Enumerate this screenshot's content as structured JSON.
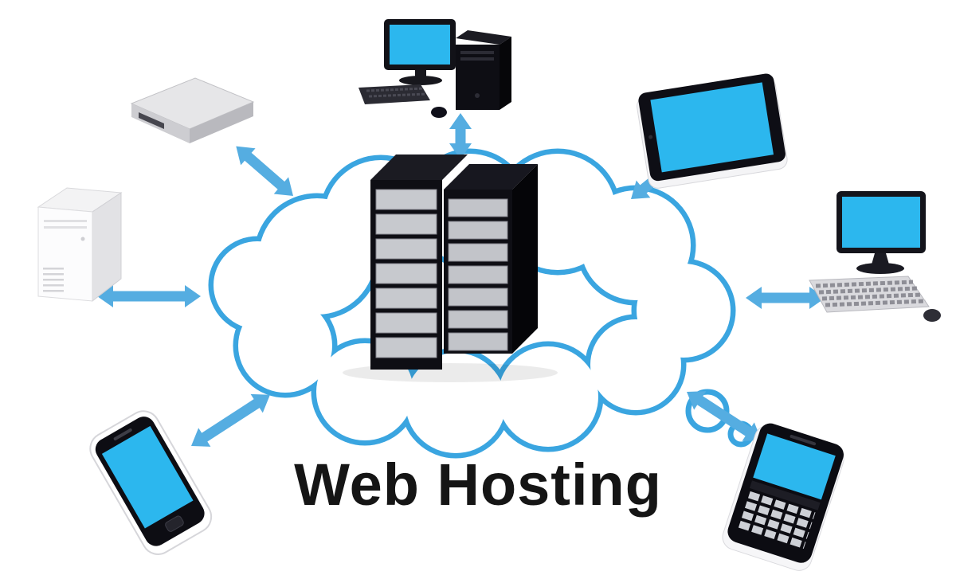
{
  "title": "Web Hosting",
  "colors": {
    "background": "#ffffff",
    "cloud_stroke": "#3aa5e0",
    "arrow_blue": "#55ade1",
    "screen_blue": "#2cb7ee",
    "device_dark": "#0e0e14",
    "title_color": "#151515"
  },
  "diagram": {
    "center_icon": "server-rack-icon",
    "cloud_icon": "cloud-icon",
    "connector_icon": "double-headed-arrow-icon",
    "devices": [
      {
        "icon": "desktop-computer-icon",
        "position": "top"
      },
      {
        "icon": "network-router-icon",
        "position": "top-left"
      },
      {
        "icon": "tower-pc-icon",
        "position": "left"
      },
      {
        "icon": "smartphone-icon",
        "position": "bottom-left"
      },
      {
        "icon": "tablet-icon",
        "position": "top-right"
      },
      {
        "icon": "desktop-monitor-keyboard-icon",
        "position": "right"
      },
      {
        "icon": "qwerty-phone-icon",
        "position": "bottom-right"
      }
    ]
  }
}
